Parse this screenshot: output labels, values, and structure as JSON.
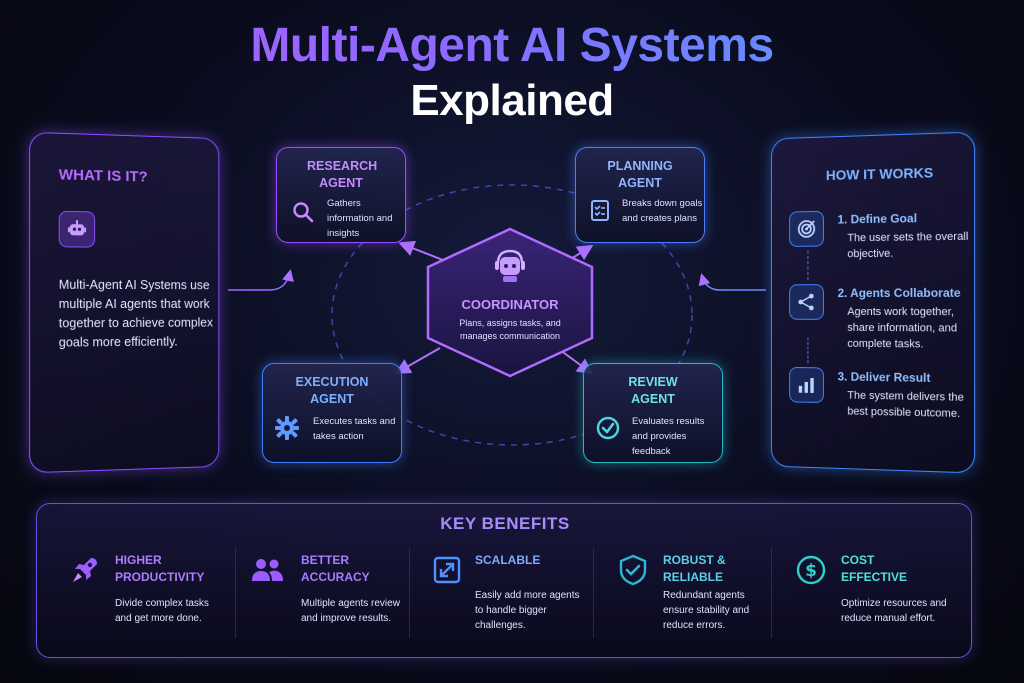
{
  "title": {
    "line1": "Multi-Agent AI Systems",
    "line2": "Explained"
  },
  "what_is_it": {
    "heading": "WHAT IS IT?",
    "icon": "robot-icon",
    "text": "Multi-Agent AI Systems use multiple AI agents that work together to achieve complex goals more efficiently."
  },
  "how_it_works": {
    "heading": "HOW IT WORKS",
    "steps": [
      {
        "title": "1. Define Goal",
        "desc": "The user sets the overall objective.",
        "icon": "target-icon"
      },
      {
        "title": "2. Agents Collaborate",
        "desc": "Agents work together, share information, and complete tasks.",
        "icon": "network-icon"
      },
      {
        "title": "3. Deliver Result",
        "desc": "The system delivers the best possible outcome.",
        "icon": "bar-chart-icon"
      }
    ]
  },
  "coordinator": {
    "title": "COORDINATOR",
    "desc": "Plans, assigns tasks, and manages communication",
    "icon": "robot-icon"
  },
  "agents": {
    "research": {
      "title": "RESEARCH AGENT",
      "desc": "Gathers information and insights",
      "icon": "search-icon"
    },
    "planning": {
      "title": "PLANNING AGENT",
      "desc": "Breaks down goals and creates plans",
      "icon": "checklist-icon"
    },
    "execution": {
      "title": "EXECUTION AGENT",
      "desc": "Executes tasks and takes action",
      "icon": "gear-icon"
    },
    "review": {
      "title": "REVIEW AGENT",
      "desc": "Evaluates results and provides feedback",
      "icon": "check-circle-icon"
    }
  },
  "benefits": {
    "heading": "KEY BENEFITS",
    "items": [
      {
        "title": "HIGHER PRODUCTIVITY",
        "desc": "Divide complex tasks and get more done.",
        "icon": "rocket-icon",
        "color": "#a35cff"
      },
      {
        "title": "BETTER ACCURACY",
        "desc": "Multiple agents review and improve results.",
        "icon": "users-icon",
        "color": "#9a5cff"
      },
      {
        "title": "SCALABLE",
        "desc": "Easily add more agents to handle bigger challenges.",
        "icon": "expand-icon",
        "color": "#4f8fff"
      },
      {
        "title": "ROBUST & RELIABLE",
        "desc": "Redundant agents ensure stability and reduce errors.",
        "icon": "shield-check-icon",
        "color": "#2fb6d6"
      },
      {
        "title": "COST EFFECTIVE",
        "desc": "Optimize resources and reduce manual effort.",
        "icon": "dollar-icon",
        "color": "#2fd0c8"
      }
    ]
  },
  "colors": {
    "purple": "#9b4dff",
    "blue": "#3f86ff",
    "teal": "#22b8c8",
    "background": "#0a0c1e"
  }
}
